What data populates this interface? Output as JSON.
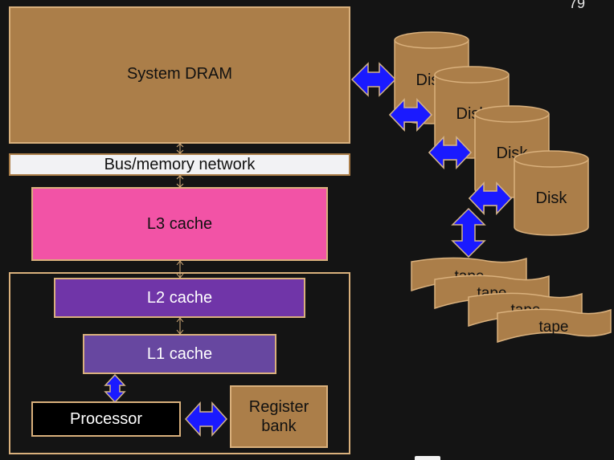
{
  "page_number": "79",
  "memory": {
    "system_dram": "System DRAM",
    "bus": "Bus/memory network",
    "l3": "L3 cache",
    "l2": "L2 cache",
    "l1": "L1 cache",
    "processor": "Processor",
    "register_bank": "Register\nbank"
  },
  "storage": {
    "disks": [
      "Disk",
      "Disk",
      "Disk",
      "Disk"
    ],
    "tapes": [
      "tape",
      "tape",
      "tape",
      "tape"
    ]
  },
  "colors": {
    "background": "#141414",
    "tan": "#ab7e49",
    "tan_border": "#d9b07c",
    "bus_fill": "#f2f2f4",
    "l3": "#f253a6",
    "l2": "#7035a8",
    "l1": "#6747a0",
    "arrow": "#1a1aff",
    "arrow_stroke": "#d4b48a"
  }
}
